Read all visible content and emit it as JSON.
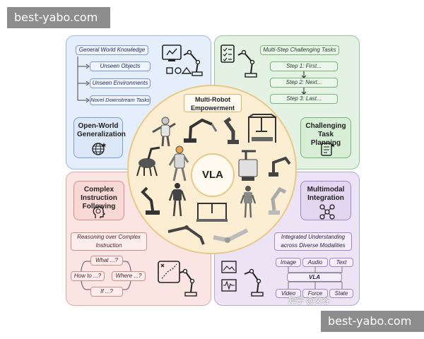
{
  "watermark": {
    "top": "best-yabo.com",
    "bottom": "best-yabo.com",
    "zhihu": "知乎 @文谷"
  },
  "center": {
    "label": "VLA",
    "title": "Multi-Robot Empowerment"
  },
  "top_left": {
    "heading": "General World Knowledge",
    "items": [
      "Unseen Objects",
      "Unseen Environments",
      "Novel Downstream Tasks"
    ],
    "card": "Open-World Generalization"
  },
  "top_right": {
    "heading": "Multi-Step Challenging Tasks",
    "steps": [
      "Step 1: First...",
      "Step 2: Next...",
      "Step 3: Last..."
    ],
    "card": "Challenging Task Planning"
  },
  "bottom_left": {
    "card": "Complex Instruction Following",
    "heading": "Reasoning over Complex Instruction",
    "questions": [
      "What ...?",
      "How to ...?",
      "Where ...?",
      "If ...?"
    ]
  },
  "bottom_right": {
    "card": "Multimodal Integration",
    "heading": "Integrated Understanding across Diverse Modalities",
    "inputs": [
      "Image",
      "Audio",
      "Text"
    ],
    "center": "VLA",
    "outputs": [
      "Video",
      "Force",
      "State"
    ]
  },
  "colors": {
    "blue": "#e5eefb",
    "green": "#e3f2e3",
    "pink": "#fbe5e3",
    "purple": "#ece4f4",
    "gold": "#fbeed3"
  }
}
